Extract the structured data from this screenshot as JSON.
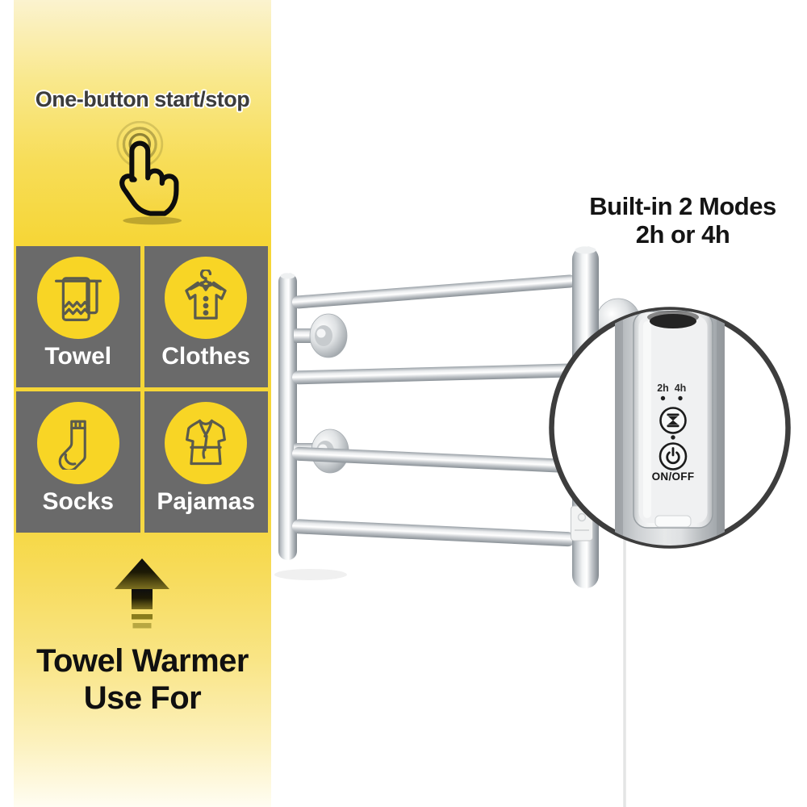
{
  "banner": {
    "title": "One-button start/stop",
    "tap_icon": "tap-hand-icon",
    "tiles": [
      {
        "label": "Towel",
        "icon": "towel-icon"
      },
      {
        "label": "Clothes",
        "icon": "clothes-icon"
      },
      {
        "label": "Socks",
        "icon": "socks-icon"
      },
      {
        "label": "Pajamas",
        "icon": "pajamas-icon"
      }
    ],
    "arrow_icon": "up-arrow-icon",
    "caption": {
      "line1": "Towel Warmer",
      "line2": "Use For"
    }
  },
  "modes_callout": {
    "line1": "Built-in 2 Modes",
    "line2": "2h or 4h"
  },
  "control_panel": {
    "mode_left": "2h",
    "mode_right": "4h",
    "power_label": "ON/OFF",
    "buttons": [
      {
        "icon": "hourglass-timer-icon"
      },
      {
        "icon": "power-icon"
      }
    ]
  },
  "colors": {
    "banner_yellow": "#f6d636",
    "tile_gray": "#6a6a6a",
    "tile_circle_yellow": "#f8d525",
    "icon_stroke": "#5b5b4d",
    "text_dark": "#141414",
    "magnifier_ring": "#3d3d3d",
    "metal_highlight": "#f4f6f7",
    "metal_shadow": "#8e959b",
    "cord_gray": "#e4e5e5"
  }
}
